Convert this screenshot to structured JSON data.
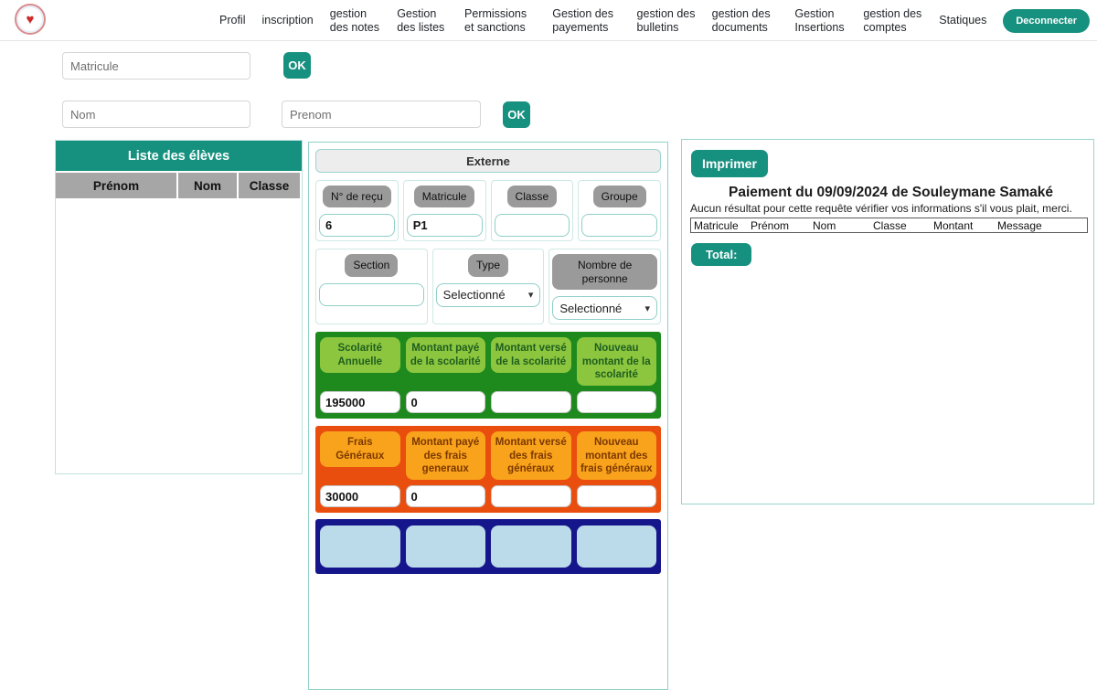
{
  "icons": {
    "heart": "♥",
    "chevron_down": "▾"
  },
  "colors": {
    "accent_teal": "#17917F",
    "panel_border_teal": "#9AD5CD",
    "gray_label": "#9A9A9A",
    "scolarite_bg": "#1E8A1E",
    "scolarite_label": "#8CC63F",
    "frais_bg": "#E94E0F",
    "frais_label": "#F9A21B",
    "blue_section_bg": "#16168C",
    "blue_section_label": "#BCDBEA"
  },
  "nav": {
    "items": [
      "Profil",
      "inscription",
      "gestion des notes",
      "Gestion des listes",
      "Permissions et sanctions",
      "Gestion des payements",
      "gestion des bulletins",
      "gestion des documents",
      "Gestion Insertions",
      "gestion des comptes",
      "Statiques"
    ],
    "logout_label": "Deconnecter"
  },
  "search": {
    "matricule_placeholder": "Matricule",
    "nom_placeholder": "Nom",
    "prenom_placeholder": "Prenom",
    "ok_label": "OK"
  },
  "students_panel": {
    "title": "Liste des élèves",
    "columns": [
      "Prénom",
      "Nom",
      "Classe"
    ],
    "rows": []
  },
  "payment_form": {
    "type_header": "Externe",
    "row1": [
      {
        "label": "N° de reçu",
        "value": "6"
      },
      {
        "label": "Matricule",
        "value": "P1"
      },
      {
        "label": "Classe",
        "value": ""
      },
      {
        "label": "Groupe",
        "value": ""
      }
    ],
    "row2": [
      {
        "label": "Section",
        "value": ""
      },
      {
        "label": "Type",
        "value": "Selectionné"
      },
      {
        "label": "Nombre de personne",
        "value": "Selectionné"
      }
    ],
    "scolarite_fields": [
      {
        "label": "Scolarité Annuelle",
        "value": "195000"
      },
      {
        "label": "Montant payé de la scolarité",
        "value": "0"
      },
      {
        "label": "Montant versé de la scolarité",
        "value": ""
      },
      {
        "label": "Nouveau montant de la scolarité",
        "value": ""
      }
    ],
    "frais_fields": [
      {
        "label": "Frais Généraux",
        "value": "30000"
      },
      {
        "label": "Montant payé des frais generaux",
        "value": "0"
      },
      {
        "label": "Montant versé des frais généraux",
        "value": ""
      },
      {
        "label": "Nouveau montant des frais généraux",
        "value": ""
      }
    ]
  },
  "result_panel": {
    "print_label": "Imprimer",
    "title": "Paiement du 09/09/2024 de Souleymane Samaké",
    "message": "Aucun résultat pour cette requête vérifier vos informations s'il vous plait, merci.",
    "columns": [
      "Matricule",
      "Prénom",
      "Nom",
      "Classe",
      "Montant",
      "Message"
    ],
    "total_label": "Total:"
  }
}
